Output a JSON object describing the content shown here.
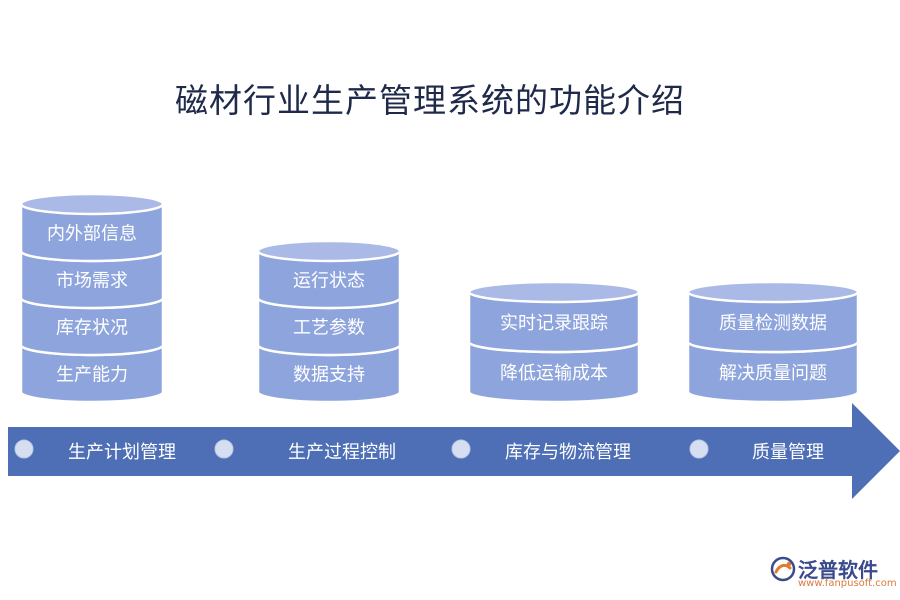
{
  "title": "磁材行业生产管理系统的功能介绍",
  "colors": {
    "cylinder_fill": "#8ea4dc",
    "cylinder_top": "#aab9e6",
    "cylinder_edge": "#ffffff",
    "arrow": "#4e6fb6",
    "dot": "#d6dff2"
  },
  "stacks": [
    {
      "stage": "生产计划管理",
      "items": [
        "内外部信息",
        "市场需求",
        "库存状况",
        "生产能力"
      ]
    },
    {
      "stage": "生产过程控制",
      "items": [
        "运行状态",
        "工艺参数",
        "数据支持"
      ]
    },
    {
      "stage": "库存与物流管理",
      "items": [
        "实时记录跟踪",
        "降低运输成本"
      ]
    },
    {
      "stage": "质量管理",
      "items": [
        "质量检测数据",
        "解决质量问题"
      ]
    }
  ],
  "brand": {
    "name": "泛普软件",
    "url": "www.fanpusoft.com",
    "icon": "fanpu-logo-icon"
  }
}
